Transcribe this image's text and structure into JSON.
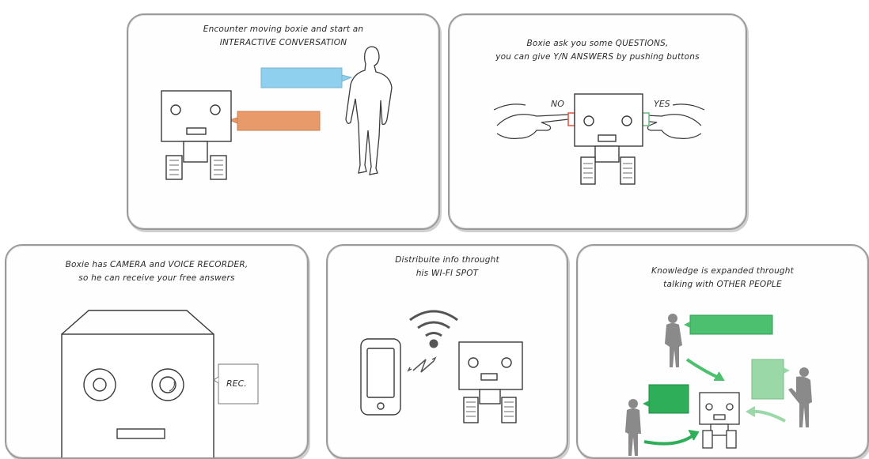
{
  "panels": [
    {
      "line1": "Encounter moving boxie and start an",
      "line2": "INTERACTIVE CONVERSATION"
    },
    {
      "line1": "Boxie ask you some QUESTIONS,",
      "line2": "you can give Y/N ANSWERS by pushing buttons",
      "no_label": "NO",
      "yes_label": "YES"
    },
    {
      "line1": "Boxie has CAMERA and VOICE RECORDER,",
      "line2": "so he can receive your free answers",
      "rec_label": "REC."
    },
    {
      "line1": "Distribuite info throught",
      "line2": "his WI-FI SPOT"
    },
    {
      "line1": "Knowledge is expanded throught",
      "line2": "talking with OTHER PEOPLE"
    }
  ],
  "colors": {
    "blue_bubble": "#8fd0ee",
    "orange_bubble": "#e99a6a",
    "red_button": "#e25a4a",
    "green_button": "#6fbf8a",
    "green_dark": "#2fae5a",
    "green_mid": "#4cc06e",
    "green_light": "#9ad8a8"
  }
}
